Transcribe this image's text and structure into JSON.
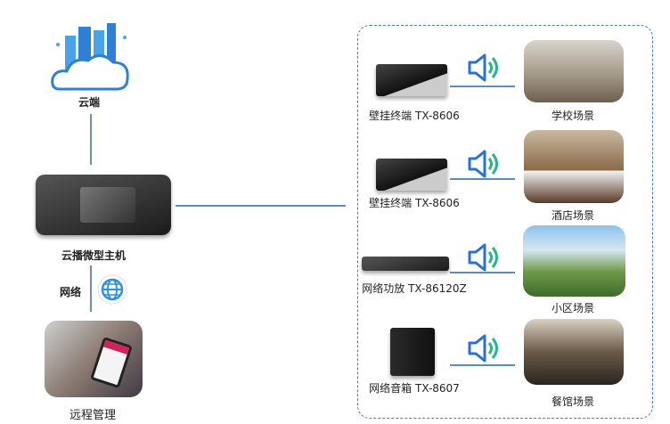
{
  "left": {
    "cloud_label": "云端",
    "host_label": "云播微型主机",
    "network_label": "网络",
    "remote_label": "远程管理"
  },
  "devices": [
    {
      "device": "壁挂终端 TX-8606",
      "scene": "学校场景"
    },
    {
      "device": "壁挂终端 TX-8606",
      "scene": "酒店场景"
    },
    {
      "device": "网络功放 TX-86120Z",
      "scene": "小区场景"
    },
    {
      "device": "网络音箱 TX-8607",
      "scene": "餐馆场景"
    }
  ],
  "colors": {
    "accent": "#2f7fd6",
    "line": "#5b8db8",
    "speaker": "#2b6fd8",
    "speaker_waves": "#2bb38a"
  }
}
